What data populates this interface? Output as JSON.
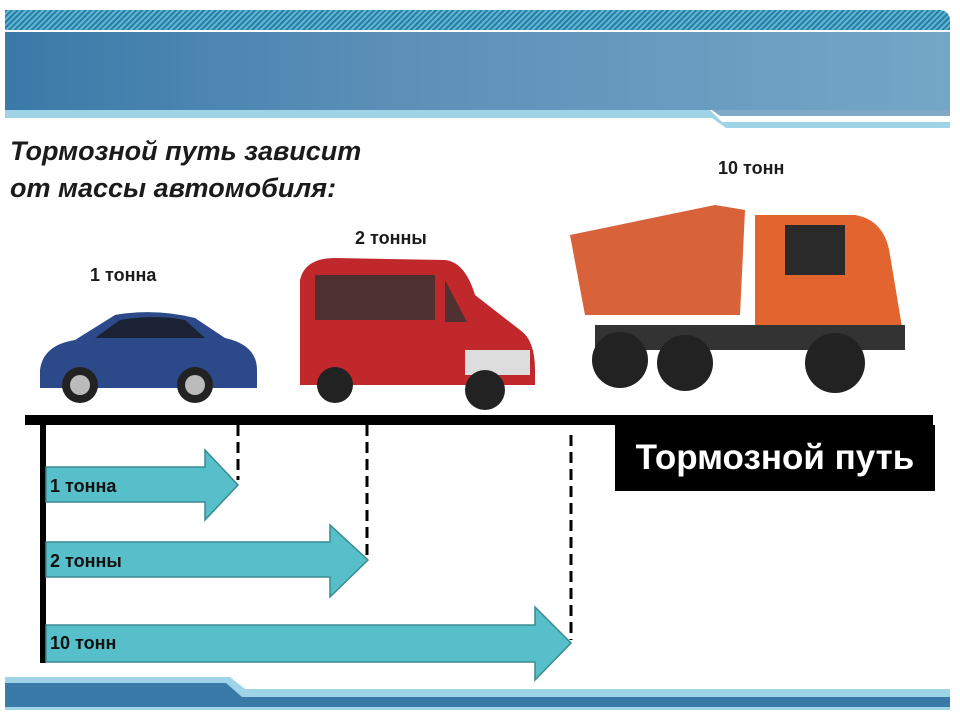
{
  "title_lines": [
    "Тормозной путь зависит",
    "от массы автомобиля:"
  ],
  "vehicles": [
    {
      "name": "car",
      "label": "1 тонна",
      "color": "#2c4a8a"
    },
    {
      "name": "van",
      "label": "2 тонны",
      "color": "#c0282c"
    },
    {
      "name": "truck",
      "label": "10 тонн",
      "color": "#e2642f"
    }
  ],
  "braking_label": "Тормозной путь",
  "arrows": [
    {
      "label": "1 тонна",
      "relative_distance": 1
    },
    {
      "label": "2 тонны",
      "relative_distance": 1.65
    },
    {
      "label": "10 тонн",
      "relative_distance": 2.7
    }
  ],
  "colors": {
    "arrow": "#56bfca",
    "header": "#3a7aa8"
  }
}
